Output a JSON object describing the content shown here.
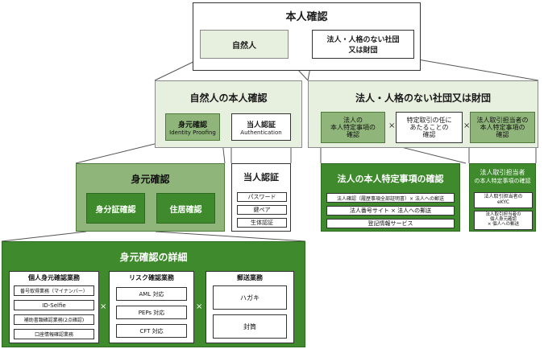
{
  "top": {
    "title": "本人確認",
    "natural_person": "自然人",
    "corporation_line1": "法人・人格のない社団",
    "corporation_line2": "又は財団"
  },
  "natural_section": {
    "title": "自然人の本人確認",
    "identity_line1": "身元確認",
    "identity_line2": "Identity Proofing",
    "auth_line1": "当人認証",
    "auth_line2": "Authentication"
  },
  "corp_section": {
    "title": "法人・人格のない社団又は財団",
    "specific_line1": "法人の",
    "specific_line2": "本人特定事項の",
    "specific_line3": "確認",
    "purpose_line1": "特定取引の任に",
    "purpose_line2": "あたることの",
    "purpose_line3": "確認",
    "rep_line1": "法人取引担当者の",
    "rep_line2": "本人特定事項の",
    "rep_line3": "確認",
    "x": "×"
  },
  "identity_block": {
    "title": "身元確認",
    "doc_check": "身分証確認",
    "address_check": "住居確認"
  },
  "auth_block": {
    "title": "当人認証",
    "items": [
      "パスワード",
      "鍵ペア",
      "生体認証"
    ]
  },
  "corp_specific_block": {
    "title": "法人の本人特定事項の確認",
    "items": [
      "法人確認（履歴事項全部証明書）× 法人への郵送",
      "法人番号サイト × 法人への郵送",
      "登記情報サービス"
    ]
  },
  "corp_rep_block": {
    "title_line1": "法人取引担当者",
    "title_line2": "の本人特定事項の確認",
    "item1_line1": "法人取引担当者の",
    "item1_line2": "eKYC",
    "item2_line1": "法人取引担当者の",
    "item2_line2": "個人身元確認",
    "item2_line3": "× 個人への郵送"
  },
  "details": {
    "title": "身元確認の詳細",
    "personal": {
      "title": "個人身元確認業務",
      "items": [
        "番号取得業務（マイナンバー）",
        "ID-Selfie",
        "補助書類確認業務(2点確認)",
        "口座情報確認業務"
      ]
    },
    "risk": {
      "title": "リスク確認業務",
      "items": [
        "AML 対応",
        "PEPs 対応",
        "CFT 対応"
      ]
    },
    "mail": {
      "title": "郵送業務",
      "items": [
        "ハガキ",
        "封筒"
      ]
    },
    "x": "×"
  }
}
